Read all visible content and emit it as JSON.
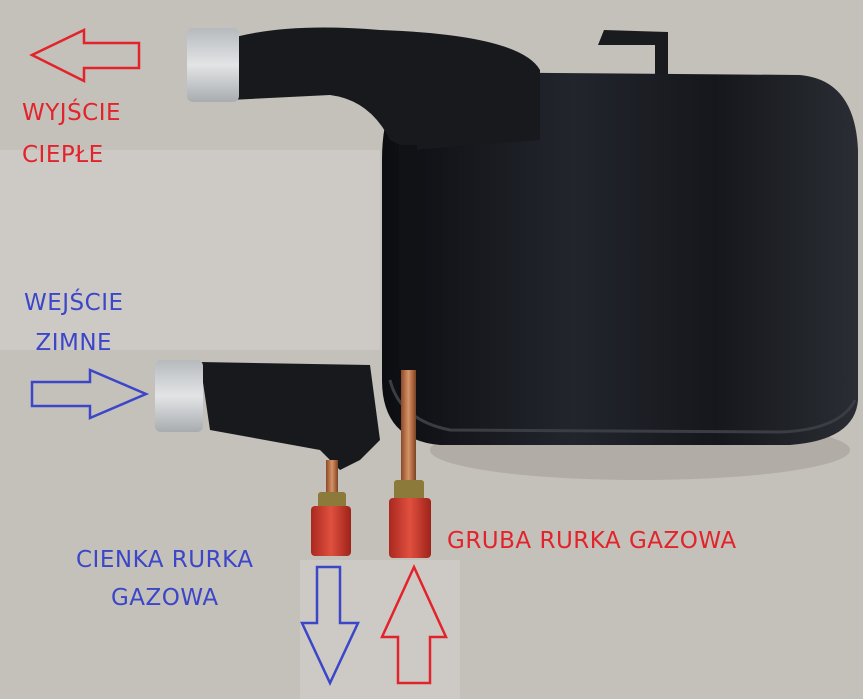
{
  "colors": {
    "background": "#c4c0ba",
    "hot_label": "#e3232b",
    "cold_label": "#3b46c8",
    "device_body": "#15171c",
    "fitting_cap": "#d6d8da",
    "copper_pipe": "#c0703f",
    "red_cap": "#d9433a"
  },
  "labels": {
    "hot_outlet": {
      "line1": "WYJŚCIE",
      "line2": "CIEPŁE"
    },
    "cold_inlet": {
      "line1": "WEJŚCIE",
      "line2": "ZIMNE"
    },
    "thin_gas_pipe": {
      "line1": "CIENKA RURKA",
      "line2": "GAZOWA"
    },
    "thick_gas_pipe": {
      "line1": "GRUBA RURKA GAZOWA"
    }
  },
  "arrows": [
    {
      "name": "hot-outlet-arrow",
      "direction": "left",
      "color": "#e3232b"
    },
    {
      "name": "cold-inlet-arrow",
      "direction": "right",
      "color": "#3b46c8"
    },
    {
      "name": "thin-gas-arrow",
      "direction": "down",
      "color": "#3b46c8"
    },
    {
      "name": "thick-gas-arrow",
      "direction": "up",
      "color": "#e3232b"
    }
  ],
  "device": {
    "description": "coaxial water heat exchanger wrapped in black tape"
  }
}
